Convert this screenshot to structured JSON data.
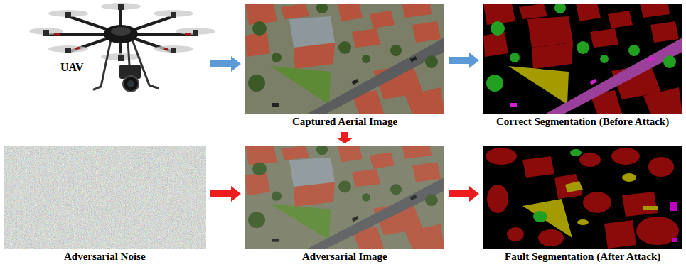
{
  "diagram": {
    "nodes": [
      {
        "text": [
          "UAV"
        ]
      },
      {
        "text": [
          "Captured Aerial Image"
        ]
      },
      {
        "text": [
          "Correct Segmentation (Before Attack)"
        ]
      },
      {
        "text": [
          "Adversarial Noise"
        ]
      },
      {
        "text": [
          "Adversarial Image"
        ]
      },
      {
        "text": [
          "Fault Segmentation (After Attack)"
        ]
      }
    ],
    "edges": [
      {
        "from": 0,
        "to": 1,
        "arrow": "to"
      },
      {
        "from": 1,
        "to": 2,
        "arrow": "to"
      },
      {
        "from": 1,
        "to": 4,
        "arrow": "to"
      },
      {
        "from": 3,
        "to": 4,
        "arrow": "to"
      },
      {
        "from": 4,
        "to": 5,
        "arrow": "to"
      }
    ]
  }
}
